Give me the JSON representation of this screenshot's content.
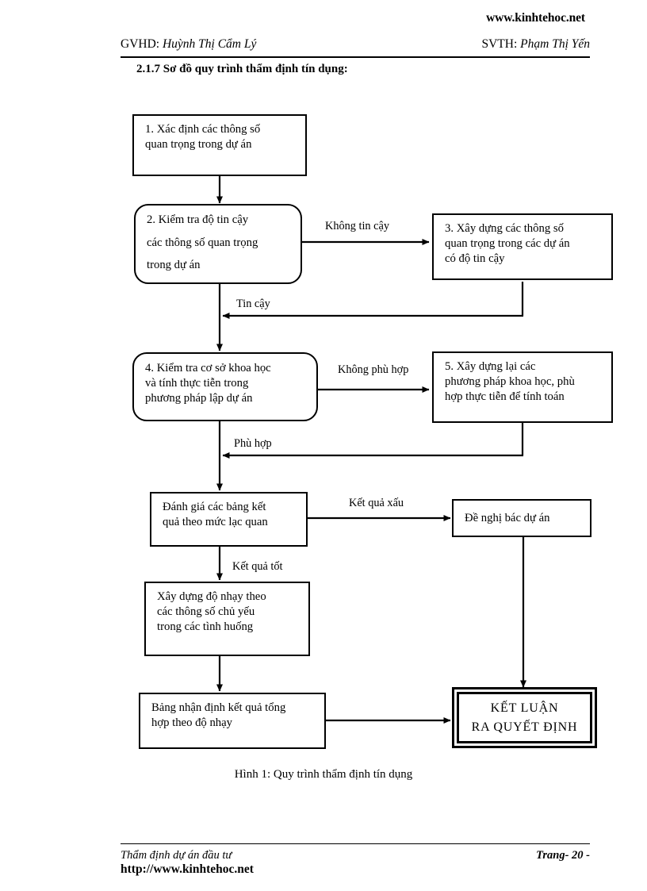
{
  "header": {
    "site_url_top": "www.kinhtehoc.net",
    "advisor_label": "GVHD",
    "advisor_name": "Huỳnh Thị Cẩm Lý",
    "student_label": "SVTH",
    "student_name": "Phạm Thị Yến",
    "section_title": "2.1.7 Sơ đồ quy trình thẩm định tín dụng:"
  },
  "flowchart": {
    "nodes": [
      {
        "id": "n1",
        "text": "1. Xác định các thông số quan trọng trong dự án"
      },
      {
        "id": "n2",
        "text": "2. Kiểm tra độ tin cậy các thông số quan trọng trong dự án"
      },
      {
        "id": "n3",
        "text": "3. Xây dựng các thông số quan trọng trong các dự án có độ tin cậy"
      },
      {
        "id": "n4",
        "text": "4. Kiểm tra cơ sở khoa học và tính thực tiễn trong phương pháp lập dự án"
      },
      {
        "id": "n5",
        "text": "5. Xây dựng lại các phương pháp khoa học, phù hợp thực tiễn để tính toán"
      },
      {
        "id": "n6",
        "text": "Đánh giá các bảng kết quả theo mức lạc quan"
      },
      {
        "id": "n7",
        "text": "Đề nghị bác dự án"
      },
      {
        "id": "n8",
        "text": "Xây dựng độ nhạy theo các thông số chủ yếu trong các tình huống"
      },
      {
        "id": "n9",
        "text": "Bảng nhận định kết quả tổng hợp theo độ nhạy"
      },
      {
        "id": "n10_line1",
        "text": "KẾT LUẬN"
      },
      {
        "id": "n10_line2",
        "text": "RA QUYẾT ĐỊNH"
      }
    ],
    "node_lines": {
      "n1": [
        "1. Xác định các thông số",
        "quan trọng trong dự án"
      ],
      "n2": [
        "2. Kiểm tra độ tin cậy",
        "các thông số quan trọng",
        "trong dự án"
      ],
      "n3": [
        "3. Xây dựng các thông số",
        "quan trọng trong các dự án",
        "có độ tin cậy"
      ],
      "n4": [
        "4. Kiểm tra cơ sở khoa học",
        "và tính thực tiễn trong",
        "phương pháp lập dự án"
      ],
      "n5": [
        "5. Xây dựng lại các",
        "phương pháp khoa học, phù",
        "hợp thực tiễn để tính toán"
      ],
      "n6": [
        "Đánh giá các bảng kết",
        "quả theo mức lạc quan"
      ],
      "n7": [
        "Đề nghị bác dự án"
      ],
      "n8": [
        "Xây dựng độ nhạy theo",
        "các thông số chủ yếu",
        "trong các tình huống"
      ],
      "n9": [
        "Bảng nhận định kết quả tổng",
        "hợp theo độ nhạy"
      ]
    },
    "edge_labels": [
      {
        "id": "e1",
        "text": "Không tin cậy"
      },
      {
        "id": "e2",
        "text": "Tin cậy"
      },
      {
        "id": "e3",
        "text": "Không phù hợp"
      },
      {
        "id": "e4",
        "text": "Phù hợp"
      },
      {
        "id": "e5",
        "text": "Kết quả xấu"
      },
      {
        "id": "e6",
        "text": "Kết quả tốt"
      }
    ],
    "caption": "Hình 1: Quy trình thẩm định tín dụng",
    "line_color": "#000000"
  },
  "footer": {
    "doc_title": "Thẩm định dự án đầu tư",
    "page_label": "Trang- 20 -",
    "site_url_bottom": "http://www.kinhtehoc.net"
  }
}
